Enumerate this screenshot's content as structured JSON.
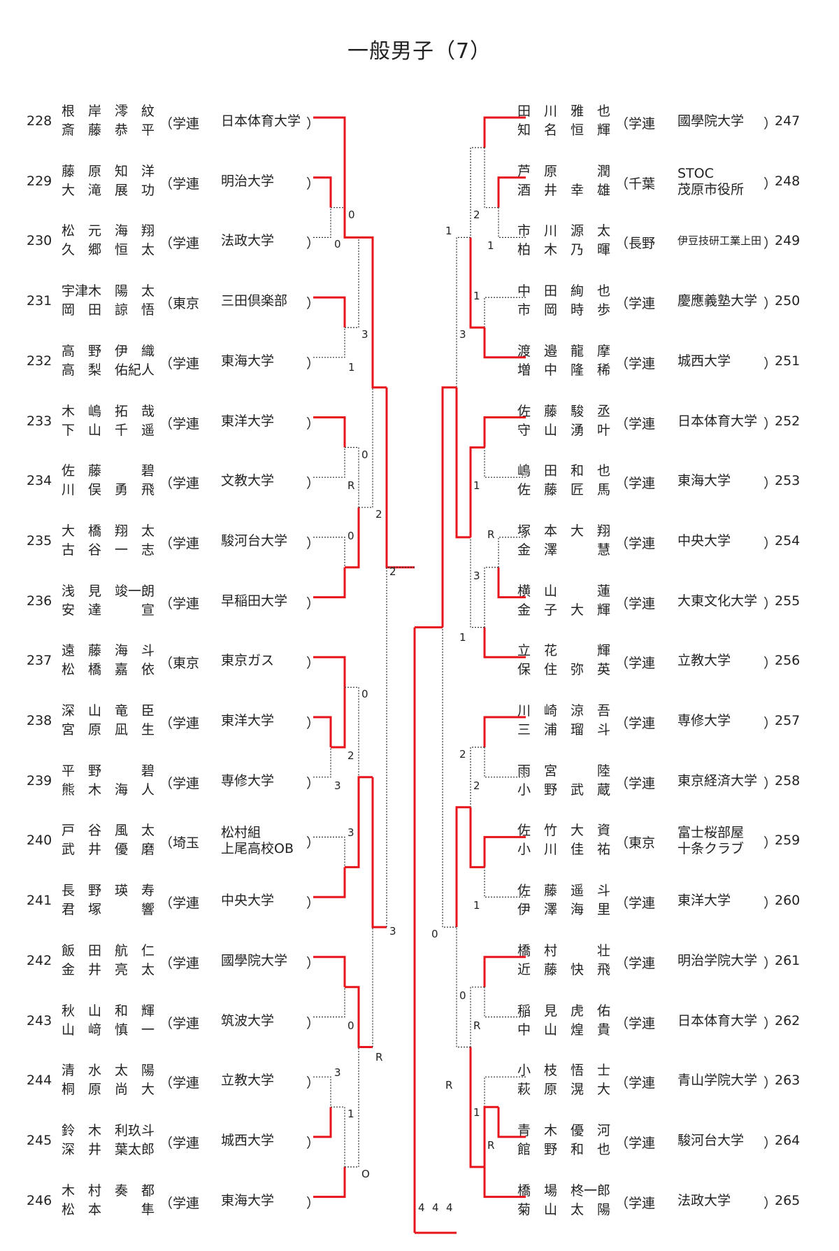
{
  "title": "一般男子（7）",
  "left": [
    {
      "no": "228",
      "p1": "根　岸　澪　紋",
      "p2": "斎　藤　恭　平",
      "assoc": "学連",
      "team": [
        "日本体育大学"
      ]
    },
    {
      "no": "229",
      "p1": "藤　原　知　洋",
      "p2": "大　滝　展　功",
      "assoc": "学連",
      "team": [
        "明治大学"
      ]
    },
    {
      "no": "230",
      "p1": "松　元　海　翔",
      "p2": "久　郷　恒　太",
      "assoc": "学連",
      "team": [
        "法政大学"
      ]
    },
    {
      "no": "231",
      "p1": "宇津木　陽　太",
      "p2": "岡　田　諒　悟",
      "assoc": "東京",
      "team": [
        "三田倶楽部"
      ]
    },
    {
      "no": "232",
      "p1": "高　野　伊　織",
      "p2": "高　梨　佑紀人",
      "assoc": "学連",
      "team": [
        "東海大学"
      ]
    },
    {
      "no": "233",
      "p1": "木　嶋　拓　哉",
      "p2": "下　山　千　遥",
      "assoc": "学連",
      "team": [
        "東洋大学"
      ]
    },
    {
      "no": "234",
      "p1": "佐　藤　　　碧",
      "p2": "川　俣　勇　飛",
      "assoc": "学連",
      "team": [
        "文教大学"
      ]
    },
    {
      "no": "235",
      "p1": "大　橋　翔　太",
      "p2": "古　谷　一　志",
      "assoc": "学連",
      "team": [
        "駿河台大学"
      ]
    },
    {
      "no": "236",
      "p1": "浅　見　竣一朗",
      "p2": "安　達　　　宣",
      "assoc": "学連",
      "team": [
        "早稲田大学"
      ]
    },
    {
      "no": "237",
      "p1": "遠　藤　海　斗",
      "p2": "松　橋　嘉　依",
      "assoc": "東京",
      "team": [
        "東京ガス"
      ]
    },
    {
      "no": "238",
      "p1": "深　山　竜　臣",
      "p2": "宮　原　凪　生",
      "assoc": "学連",
      "team": [
        "東洋大学"
      ]
    },
    {
      "no": "239",
      "p1": "平　野　　　碧",
      "p2": "熊　木　海　人",
      "assoc": "学連",
      "team": [
        "専修大学"
      ]
    },
    {
      "no": "240",
      "p1": "戸　谷　風　太",
      "p2": "武　井　優　磨",
      "assoc": "埼玉",
      "team": [
        "松村組",
        "上尾高校OB"
      ]
    },
    {
      "no": "241",
      "p1": "長　野　瑛　寿",
      "p2": "君　塚　　　響",
      "assoc": "学連",
      "team": [
        "中央大学"
      ]
    },
    {
      "no": "242",
      "p1": "飯　田　航　仁",
      "p2": "金　井　亮　太",
      "assoc": "学連",
      "team": [
        "國學院大学"
      ]
    },
    {
      "no": "243",
      "p1": "秋　山　和　輝",
      "p2": "山　﨑　慎　一",
      "assoc": "学連",
      "team": [
        "筑波大学"
      ]
    },
    {
      "no": "244",
      "p1": "清　水　太　陽",
      "p2": "桐　原　尚　大",
      "assoc": "学連",
      "team": [
        "立教大学"
      ]
    },
    {
      "no": "245",
      "p1": "鈴　木　利玖斗",
      "p2": "深　井　葉太郎",
      "assoc": "学連",
      "team": [
        "城西大学"
      ]
    },
    {
      "no": "246",
      "p1": "木　村　奏　都",
      "p2": "松　本　　　隼",
      "assoc": "学連",
      "team": [
        "東海大学"
      ]
    }
  ],
  "right": [
    {
      "no": "247",
      "p1": "田　川　雅　也",
      "p2": "知　名　恒　輝",
      "assoc": "学連",
      "team": [
        "國學院大学"
      ]
    },
    {
      "no": "248",
      "p1": "芦　原　　　潤",
      "p2": "酒　井　幸　雄",
      "assoc": "千葉",
      "team": [
        "STOC",
        "茂原市役所"
      ]
    },
    {
      "no": "249",
      "p1": "市　川　源　太",
      "p2": "柏　木　乃　暉",
      "assoc": "長野",
      "team": [
        "伊豆技研工業上田"
      ],
      "small": true
    },
    {
      "no": "250",
      "p1": "中　田　絢　也",
      "p2": "市　岡　時　歩",
      "assoc": "学連",
      "team": [
        "慶應義塾大学"
      ]
    },
    {
      "no": "251",
      "p1": "渡　邉　龍　摩",
      "p2": "増　中　隆　稀",
      "assoc": "学連",
      "team": [
        "城西大学"
      ]
    },
    {
      "no": "252",
      "p1": "佐　藤　駿　丞",
      "p2": "守　山　湧　叶",
      "assoc": "学連",
      "team": [
        "日本体育大学"
      ]
    },
    {
      "no": "253",
      "p1": "嶋　田　和　也",
      "p2": "佐　藤　匠　馬",
      "assoc": "学連",
      "team": [
        "東海大学"
      ]
    },
    {
      "no": "254",
      "p1": "塚　本　大　翔",
      "p2": "金　澤　　　慧",
      "assoc": "学連",
      "team": [
        "中央大学"
      ]
    },
    {
      "no": "255",
      "p1": "横　山　　　蓮",
      "p2": "金　子　大　輝",
      "assoc": "学連",
      "team": [
        "大東文化大学"
      ]
    },
    {
      "no": "256",
      "p1": "立　花　　　輝",
      "p2": "保　住　弥　英",
      "assoc": "学連",
      "team": [
        "立教大学"
      ]
    },
    {
      "no": "257",
      "p1": "川　崎　涼　吾",
      "p2": "三　浦　瑠　斗",
      "assoc": "学連",
      "team": [
        "専修大学"
      ]
    },
    {
      "no": "258",
      "p1": "雨　宮　　　陸",
      "p2": "小　野　武　蔵",
      "assoc": "学連",
      "team": [
        "東京経済大学"
      ]
    },
    {
      "no": "259",
      "p1": "佐　竹　大　資",
      "p2": "小　川　佳　祐",
      "assoc": "東京",
      "team": [
        "富士桜部屋",
        "十条クラブ"
      ]
    },
    {
      "no": "260",
      "p1": "佐　藤　遥　斗",
      "p2": "伊　澤　海　里",
      "assoc": "学連",
      "team": [
        "東洋大学"
      ]
    },
    {
      "no": "261",
      "p1": "橋　村　　　壮",
      "p2": "近　藤　快　飛",
      "assoc": "学連",
      "team": [
        "明治学院大学"
      ]
    },
    {
      "no": "262",
      "p1": "稲　見　虎　佑",
      "p2": "中　山　煌　貴",
      "assoc": "学連",
      "team": [
        "日本体育大学"
      ]
    },
    {
      "no": "263",
      "p1": "小　枝　悟　士",
      "p2": "萩　原　滉　大",
      "assoc": "学連",
      "team": [
        "青山学院大学"
      ]
    },
    {
      "no": "264",
      "p1": "青　木　優　河",
      "p2": "館　野　和　也",
      "assoc": "学連",
      "team": [
        "駿河台大学"
      ]
    },
    {
      "no": "265",
      "p1": "橋　場　柊一郎",
      "p2": "菊　山　太　陽",
      "assoc": "学連",
      "team": [
        "法政大学"
      ]
    }
  ],
  "scores": {
    "l229_230": [
      "0",
      "0"
    ],
    "l228_g": [
      "0"
    ],
    "l231_232": [
      "3",
      "1"
    ],
    "l233_234": [
      "0",
      "R"
    ],
    "l235_236": [
      "0"
    ],
    "l233_236": [
      "2"
    ],
    "l237_238": [
      "0",
      "2"
    ],
    "l238_239": [
      "3"
    ],
    "l240_241": [
      "3"
    ],
    "l237_241": [
      "3"
    ],
    "l242_243": [
      "0"
    ],
    "l244_245": [
      "3",
      "1"
    ],
    "l242_246": [
      "O",
      "R"
    ],
    "l_top": [
      "2"
    ],
    "r248_249": [
      "2",
      "1"
    ],
    "r_top1": [
      "1"
    ],
    "r250_251": [
      "1",
      "3"
    ],
    "r252_253": [
      "1"
    ],
    "r254_255": [
      "R",
      "3"
    ],
    "r256": [
      "1"
    ],
    "r257_258": [
      "2",
      "2"
    ],
    "r259_260": [
      "1"
    ],
    "r_mid": [
      "0"
    ],
    "r261_262": [
      "0",
      "R"
    ],
    "r263_264": [
      "1",
      "R"
    ],
    "r_bot": [
      "R"
    ],
    "final": [
      "4",
      "4",
      "4"
    ]
  },
  "colors": {
    "winner": "#e8141c",
    "loser": "#333333"
  }
}
